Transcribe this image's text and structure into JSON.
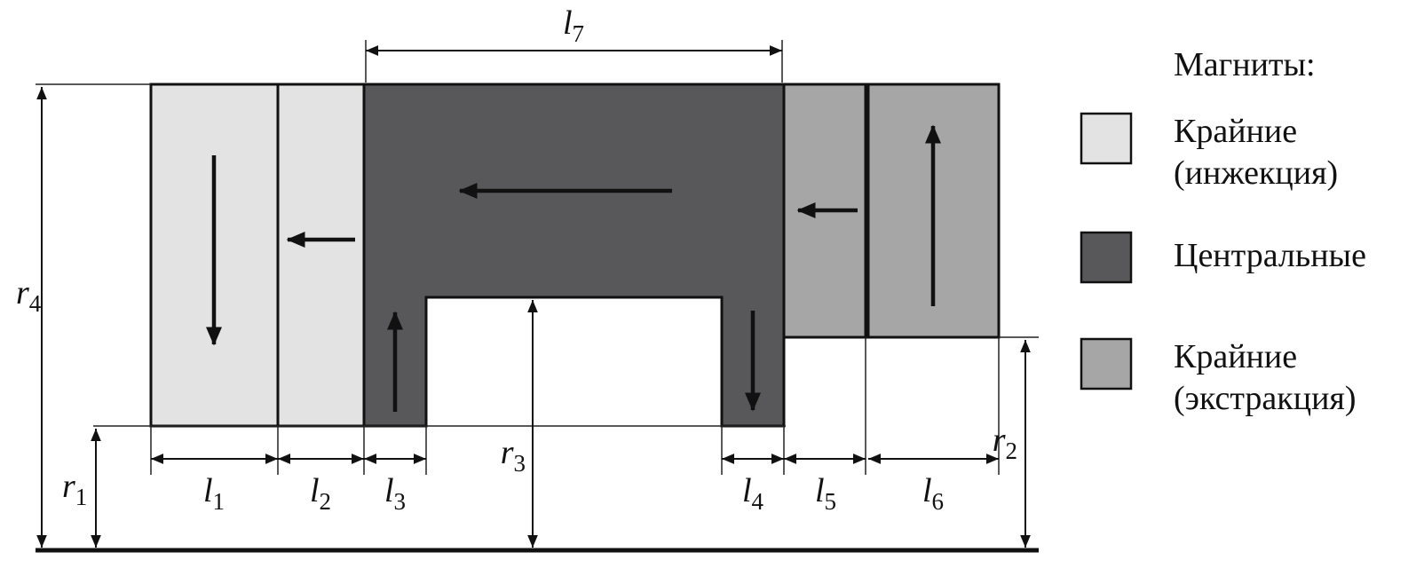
{
  "colors": {
    "light": "#e3e3e3",
    "dark": "#58585a",
    "medium": "#a6a6a6",
    "line": "#111111"
  },
  "labels": {
    "l1": {
      "base": "l",
      "sub": "1"
    },
    "l2": {
      "base": "l",
      "sub": "2"
    },
    "l3": {
      "base": "l",
      "sub": "3"
    },
    "l4": {
      "base": "l",
      "sub": "4"
    },
    "l5": {
      "base": "l",
      "sub": "5"
    },
    "l6": {
      "base": "l",
      "sub": "6"
    },
    "l7": {
      "base": "l",
      "sub": "7"
    },
    "r1": {
      "base": "r",
      "sub": "1"
    },
    "r2": {
      "base": "r",
      "sub": "2"
    },
    "r3": {
      "base": "r",
      "sub": "3"
    },
    "r4": {
      "base": "r",
      "sub": "4"
    }
  },
  "legend": {
    "title": "Магниты:",
    "items": [
      {
        "line1": "Крайние",
        "line2": "(инжекция)"
      },
      {
        "line1": "Центральные",
        "line2": ""
      },
      {
        "line1": "Крайние",
        "line2": "(экстракция)"
      }
    ]
  },
  "magnetization_arrows": [
    {
      "dimension": "l1",
      "arrow": "down"
    },
    {
      "dimension": "l2",
      "arrow": "left"
    },
    {
      "dimension": "l7",
      "arrow": "left"
    },
    {
      "dimension": "l3",
      "arrow": "up"
    },
    {
      "dimension": "l4",
      "arrow": "down"
    },
    {
      "dimension": "l5",
      "arrow": "left"
    },
    {
      "dimension": "l6",
      "arrow": "up"
    }
  ]
}
